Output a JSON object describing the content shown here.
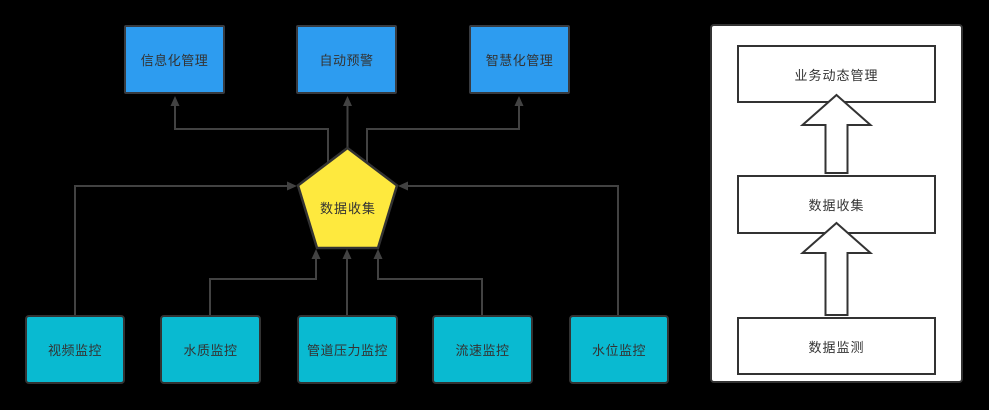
{
  "colors": {
    "background": "#000000",
    "management_node_fill": "#2D9CF0",
    "monitor_node_fill": "#09BAD1",
    "collector_node_fill": "#FEE93E",
    "connector_line": "#424242",
    "shape_border": "#333333",
    "panel_background": "#FFFFFF",
    "text": "#333333"
  },
  "flow_diagram": {
    "top_nodes": [
      {
        "label": "信息化管理"
      },
      {
        "label": "自动预警"
      },
      {
        "label": "智慧化管理"
      }
    ],
    "center_node": {
      "label": "数据收集"
    },
    "bottom_nodes": [
      {
        "label": "视频监控"
      },
      {
        "label": "水质监控"
      },
      {
        "label": "管道压力监控"
      },
      {
        "label": "流速监控"
      },
      {
        "label": "水位监控"
      }
    ]
  },
  "hierarchy_panel": {
    "levels": [
      {
        "label": "业务动态管理"
      },
      {
        "label": "数据收集"
      },
      {
        "label": "数据监测"
      }
    ]
  }
}
